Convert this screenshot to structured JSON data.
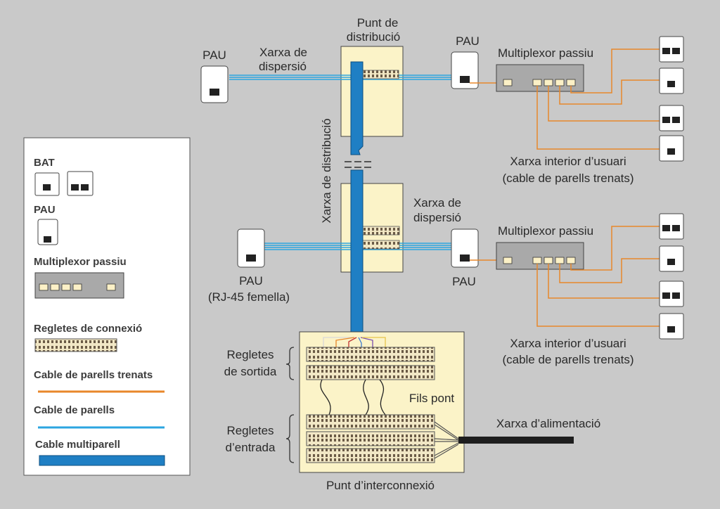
{
  "labels": {
    "punt_distribucio_1": "Punt de",
    "punt_distribucio_2": "distribució",
    "pau_top_left": "PAU",
    "pau_top_right": "PAU",
    "pau_mid_left": "PAU",
    "pau_mid_left_sub": "(RJ-45 femella)",
    "pau_mid_right": "PAU",
    "xarxa_dispersio_top_1": "Xarxa de",
    "xarxa_dispersio_top_2": "dispersió",
    "xarxa_dispersio_mid_1": "Xarxa de",
    "xarxa_dispersio_mid_2": "dispersió",
    "xarxa_distribucio": "Xarxa de distribució",
    "multiplexor_top": "Multiplexor passiu",
    "multiplexor_mid": "Multiplexor passiu",
    "xarxa_interior_top_1": "Xarxa interior d’usuari",
    "xarxa_interior_top_2": "(cable de parells trenats)",
    "xarxa_interior_mid_1": "Xarxa interior d’usuari",
    "xarxa_interior_mid_2": "(cable de parells trenats)",
    "regletes_sortida_1": "Regletes",
    "regletes_sortida_2": "de sortida",
    "regletes_entrada_1": "Regletes",
    "regletes_entrada_2": "d’entrada",
    "fils_pont": "Fils pont",
    "xarxa_alimentacio": "Xarxa d’alimentació",
    "punt_interconnexio": "Punt d’interconnexió"
  },
  "legend": {
    "bat": "BAT",
    "pau": "PAU",
    "multiplexor": "Multiplexor passiu",
    "regletes": "Regletes de connexió",
    "cable_trenats": "Cable de parells trenats",
    "cable_parells": "Cable de parells",
    "cable_multiparell": "Cable multiparell"
  },
  "colors": {
    "background": "#c9c9c9",
    "cable_trenats": "#e8872a",
    "cable_parells": "#2ba5e0",
    "cable_multiparell": "#1f7fc4",
    "panel_fill": "#fbf3c8",
    "multiplexor_fill": "#a9a9a9"
  }
}
